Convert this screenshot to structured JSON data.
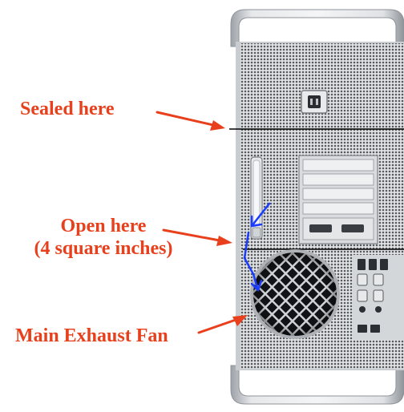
{
  "labels": {
    "sealed": "Sealed here",
    "open_line1": "Open here",
    "open_line2": "(4 square inches)",
    "fan": "Main Exhaust Fan"
  },
  "colors": {
    "annotation_red": "#e8401c",
    "flow_arrow_blue": "#1a3cff",
    "chassis_silver": "#c9ccd0",
    "mesh_dark": "#4a4c50"
  },
  "icons": {
    "power_socket": "power-socket-icon",
    "exhaust_fan": "fan-grille-icon"
  }
}
